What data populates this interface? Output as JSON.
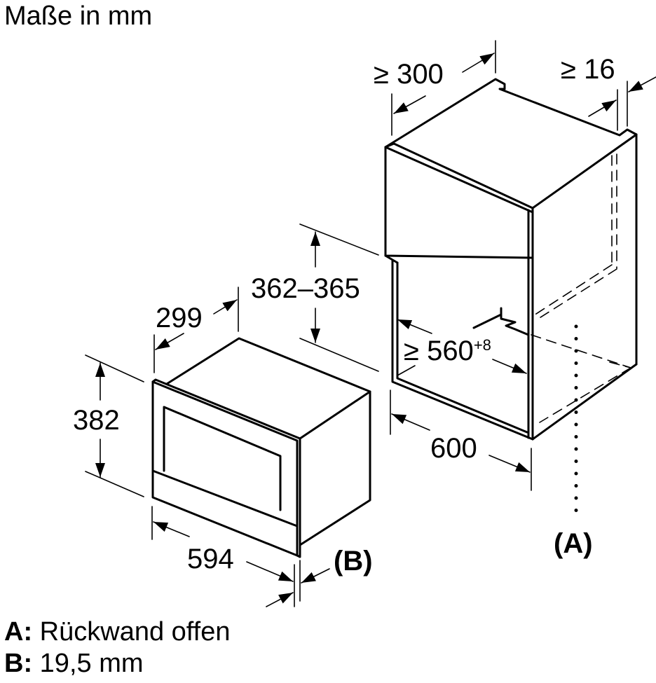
{
  "title": "Maße in mm",
  "dimensions": {
    "niche_depth": "≥ 300",
    "rear_gap": "≥ 16",
    "niche_height": "362–365",
    "niche_width": "≥ 560",
    "niche_width_tolerance": "+8",
    "cabinet_width": "600",
    "appliance_depth": "299",
    "appliance_height": "382",
    "appliance_width": "594"
  },
  "callouts": {
    "a": "(A)",
    "b": "(B)"
  },
  "legend": [
    {
      "key": "A:",
      "text": "Rückwand offen"
    },
    {
      "key": "B:",
      "text": "19,5 mm"
    }
  ]
}
